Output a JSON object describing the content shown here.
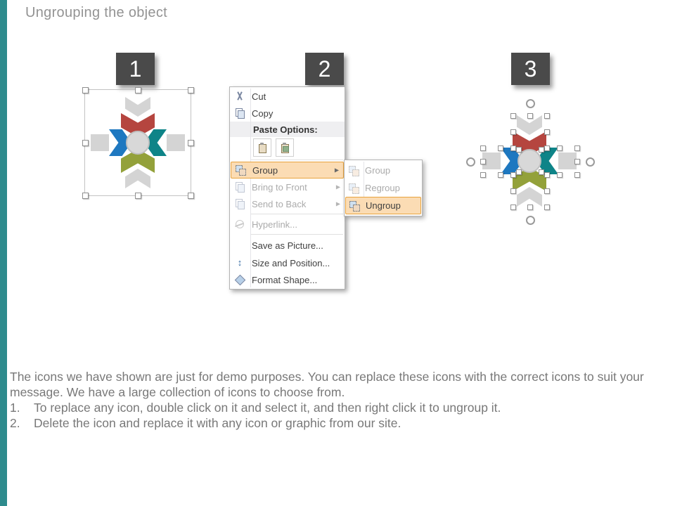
{
  "page": {
    "title": "Ungrouping the object",
    "accent_color": "#2e8b8d"
  },
  "steps": [
    {
      "number": "1"
    },
    {
      "number": "2"
    },
    {
      "number": "3"
    }
  ],
  "context_menu": {
    "items": {
      "cut": "Cut",
      "copy": "Copy",
      "paste_options": "Paste Options:",
      "group": "Group",
      "bring_to_front": "Bring to Front",
      "send_to_back": "Send to Back",
      "hyperlink": "Hyperlink...",
      "save_as_picture": "Save as Picture...",
      "size_and_position": "Size and Position...",
      "format_shape": "Format Shape..."
    },
    "submenu": {
      "group": "Group",
      "regroup": "Regroup",
      "ungroup": "Ungroup"
    }
  },
  "icons": {
    "submenu_arrow": "▶",
    "size_position_glyph": "↕"
  },
  "footer": {
    "intro": "The icons we have shown are just for demo purposes. You can replace these icons with the correct icons to suit your message. We have a large collection of icons to choose from.",
    "list": [
      {
        "num": "1.",
        "text": "To replace any icon, double click on it and select it, and then right click it to ungroup it."
      },
      {
        "num": "2.",
        "text": "Delete the icon and replace it with any icon or graphic from our site."
      }
    ]
  }
}
